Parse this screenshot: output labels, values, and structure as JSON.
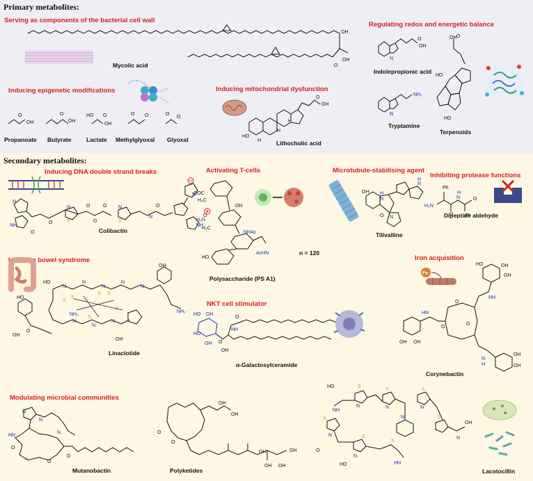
{
  "primary": {
    "heading": "Primary metabolites:",
    "cell_wall": {
      "title": "Serving as components of the bacterial cell wall",
      "label": "Mycolic acid"
    },
    "redox": {
      "title": "Regulating redox and energetic balance",
      "labels": [
        "Indolepropionic acid",
        "Tryptamine",
        "Terpenoids"
      ]
    },
    "epigenetic": {
      "title": "Inducing epigenetic modifications",
      "labels": [
        "Propanoate",
        "Butyrate",
        "Lactate",
        "Methylglyoxal",
        "Glyoxal"
      ]
    },
    "mito": {
      "title": "Inducing mitochondrial dysfunction",
      "label": "Lithocholic acid"
    }
  },
  "secondary": {
    "heading": "Secondary metabolites:",
    "dna": {
      "title": "Inducing DNA double strand breaks",
      "label": "Colibactin"
    },
    "tcell": {
      "title": "Activating T-cells",
      "label": "Polysaccharide (PS A1)",
      "n": "n = 120",
      "atoms": [
        "NHAc",
        "AcHN",
        "H₃N",
        "H₃C",
        "OOC",
        "OH",
        "HO"
      ]
    },
    "microtubule": {
      "title": "Microtubule-stabilising agent",
      "label": "Tilivalline"
    },
    "protease": {
      "title": "Inhibiting protease functions",
      "label": "Dipeptide aldehyde",
      "atoms": [
        "Ph",
        "Ph",
        "H₂N",
        "O",
        "O",
        "N",
        "H"
      ]
    },
    "bowel": {
      "title": "Inducing bowel syndrome",
      "label": "Linaclotide"
    },
    "nkt": {
      "title": "NKT cell stimulator",
      "label": "α-Galactosylceramide"
    },
    "iron": {
      "title": "Iron acquisition",
      "label": "Corynebactin",
      "fe": "Fe"
    },
    "microbial": {
      "title": "Modulating microbial communities",
      "labels": [
        "Mutanobactin",
        "Polyketides",
        "Lacotocillin"
      ]
    }
  },
  "colors": {
    "accent_red": "#d81e1e",
    "primary_bg": "#eeeef4",
    "secondary_bg": "#fdf7e3",
    "nitrogen": "#1a2fa8",
    "sulfur": "#d3a21a"
  }
}
